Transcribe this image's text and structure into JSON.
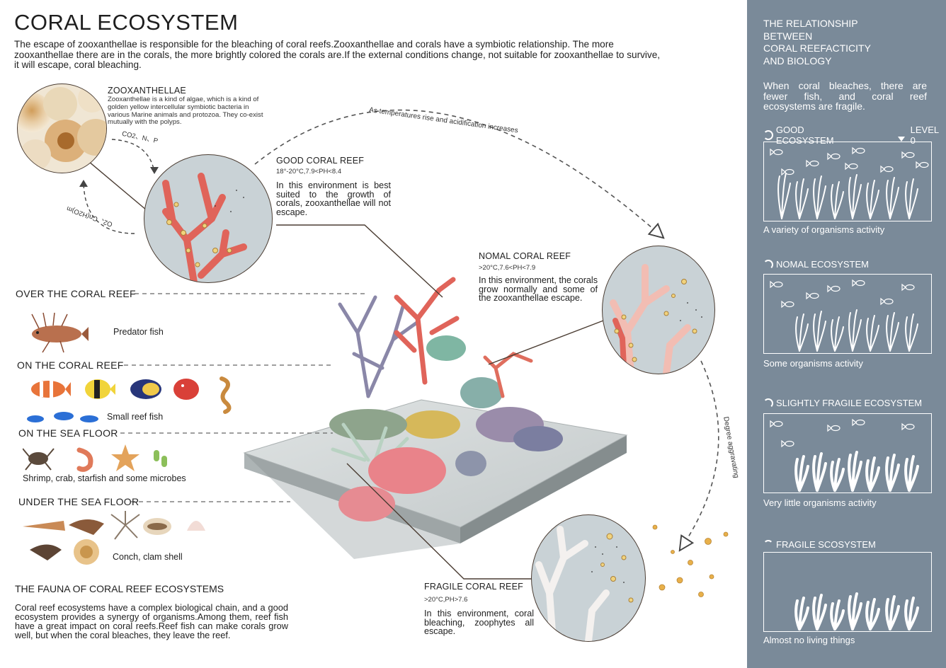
{
  "header": {
    "title": "CORAL ECOSYSTEM",
    "intro": "The escape of zooxanthellae is responsible for the bleaching of coral reefs.Zooxanthellae and corals have a symbiotic relationship. The more zooxanthellae there are in the corals, the more brightly colored the corals are.If the external conditions change, not suitable for zooxanthellae to survive, it will escape, coral bleaching."
  },
  "zooxanthellae": {
    "title": "ZOOXANTHELLAE",
    "text": "Zooxanthellae is a kind of algae, which is a kind of golden yellow intercellular symbiotic bacteria in various Marine animals and protozoa. They co-exist mutually with the polyps.",
    "cycle_in": "CO2、N、P",
    "cycle_out": "O2、Cn(H2O)m"
  },
  "arrows": {
    "top": "As temperatures rise and acidification increases",
    "side": "Degree aggravating"
  },
  "reefs": {
    "good": {
      "title": "GOOD CORAL REEF",
      "range": "18°-20°C,7.9<PH<8.4",
      "text": "In this environment is best suited to the growth of corals, zooxanthellae will not escape."
    },
    "normal": {
      "title": "NOMAL CORAL REEF",
      "range": ">20°C,7.6<PH<7.9",
      "text": "In this environment, the corals grow normally and some of the zooxanthellae escape."
    },
    "fragile": {
      "title": "FRAGILE CORAL REEF",
      "range": ">20°C,PH>7.6",
      "text": "In this environment, coral bleaching, zoophytes all escape."
    }
  },
  "fauna": {
    "over": {
      "label": "OVER THE CORAL REEF",
      "caption": "Predator fish"
    },
    "on": {
      "label": "ON THE CORAL REEF",
      "caption": "Small reef fish"
    },
    "floor": {
      "label": "ON THE SEA FLOOR",
      "caption": "Shrimp, crab, starfish and some microbes"
    },
    "under": {
      "label": "UNDER THE SEA FLOOR",
      "caption": "Conch, clam shell"
    }
  },
  "fauna_section": {
    "title": "THE FAUNA OF CORAL REEF ECOSYSTEMS",
    "text": "Coral reef ecosystems have a complex biological chain, and a good ecosystem provides a synergy of organisms.Among them, reef fish have a great impact on coral reefs.Reef fish can make corals grow well, but when the coral bleaches, they leave the reef."
  },
  "sidebar": {
    "heading": [
      "THE RELATIONSHIP",
      "BETWEEN",
      "CORAL REEFACTICITY",
      "AND BIOLOGY"
    ],
    "subtext": "When coral bleaches, there are fewer fish, and coral reef ecosystems are fragile.",
    "level_label": "LEVEL 0",
    "ecosystems": [
      {
        "title": "GOOD ECOSYSTEM",
        "caption": "A variety of organisms activity",
        "fish": 9
      },
      {
        "title": "NOMAL ECOSYSTEM",
        "caption": "Some organisms activity",
        "fish": 7
      },
      {
        "title": "SLIGHTLY FRAGILE ECOSYSTEM",
        "caption": "Very little  organisms activity",
        "fish": 5
      },
      {
        "title": "FRAGILE SCOSYSTEM",
        "caption": "Almost no living things",
        "fish": 0
      }
    ]
  },
  "colors": {
    "sidebar_bg": "#7a8a99",
    "coral_red": "#e0645a",
    "bleached": "#f2e6e2",
    "algae_gold": "#e8b04a",
    "connector": "#4b3d33",
    "dash": "#555555"
  }
}
